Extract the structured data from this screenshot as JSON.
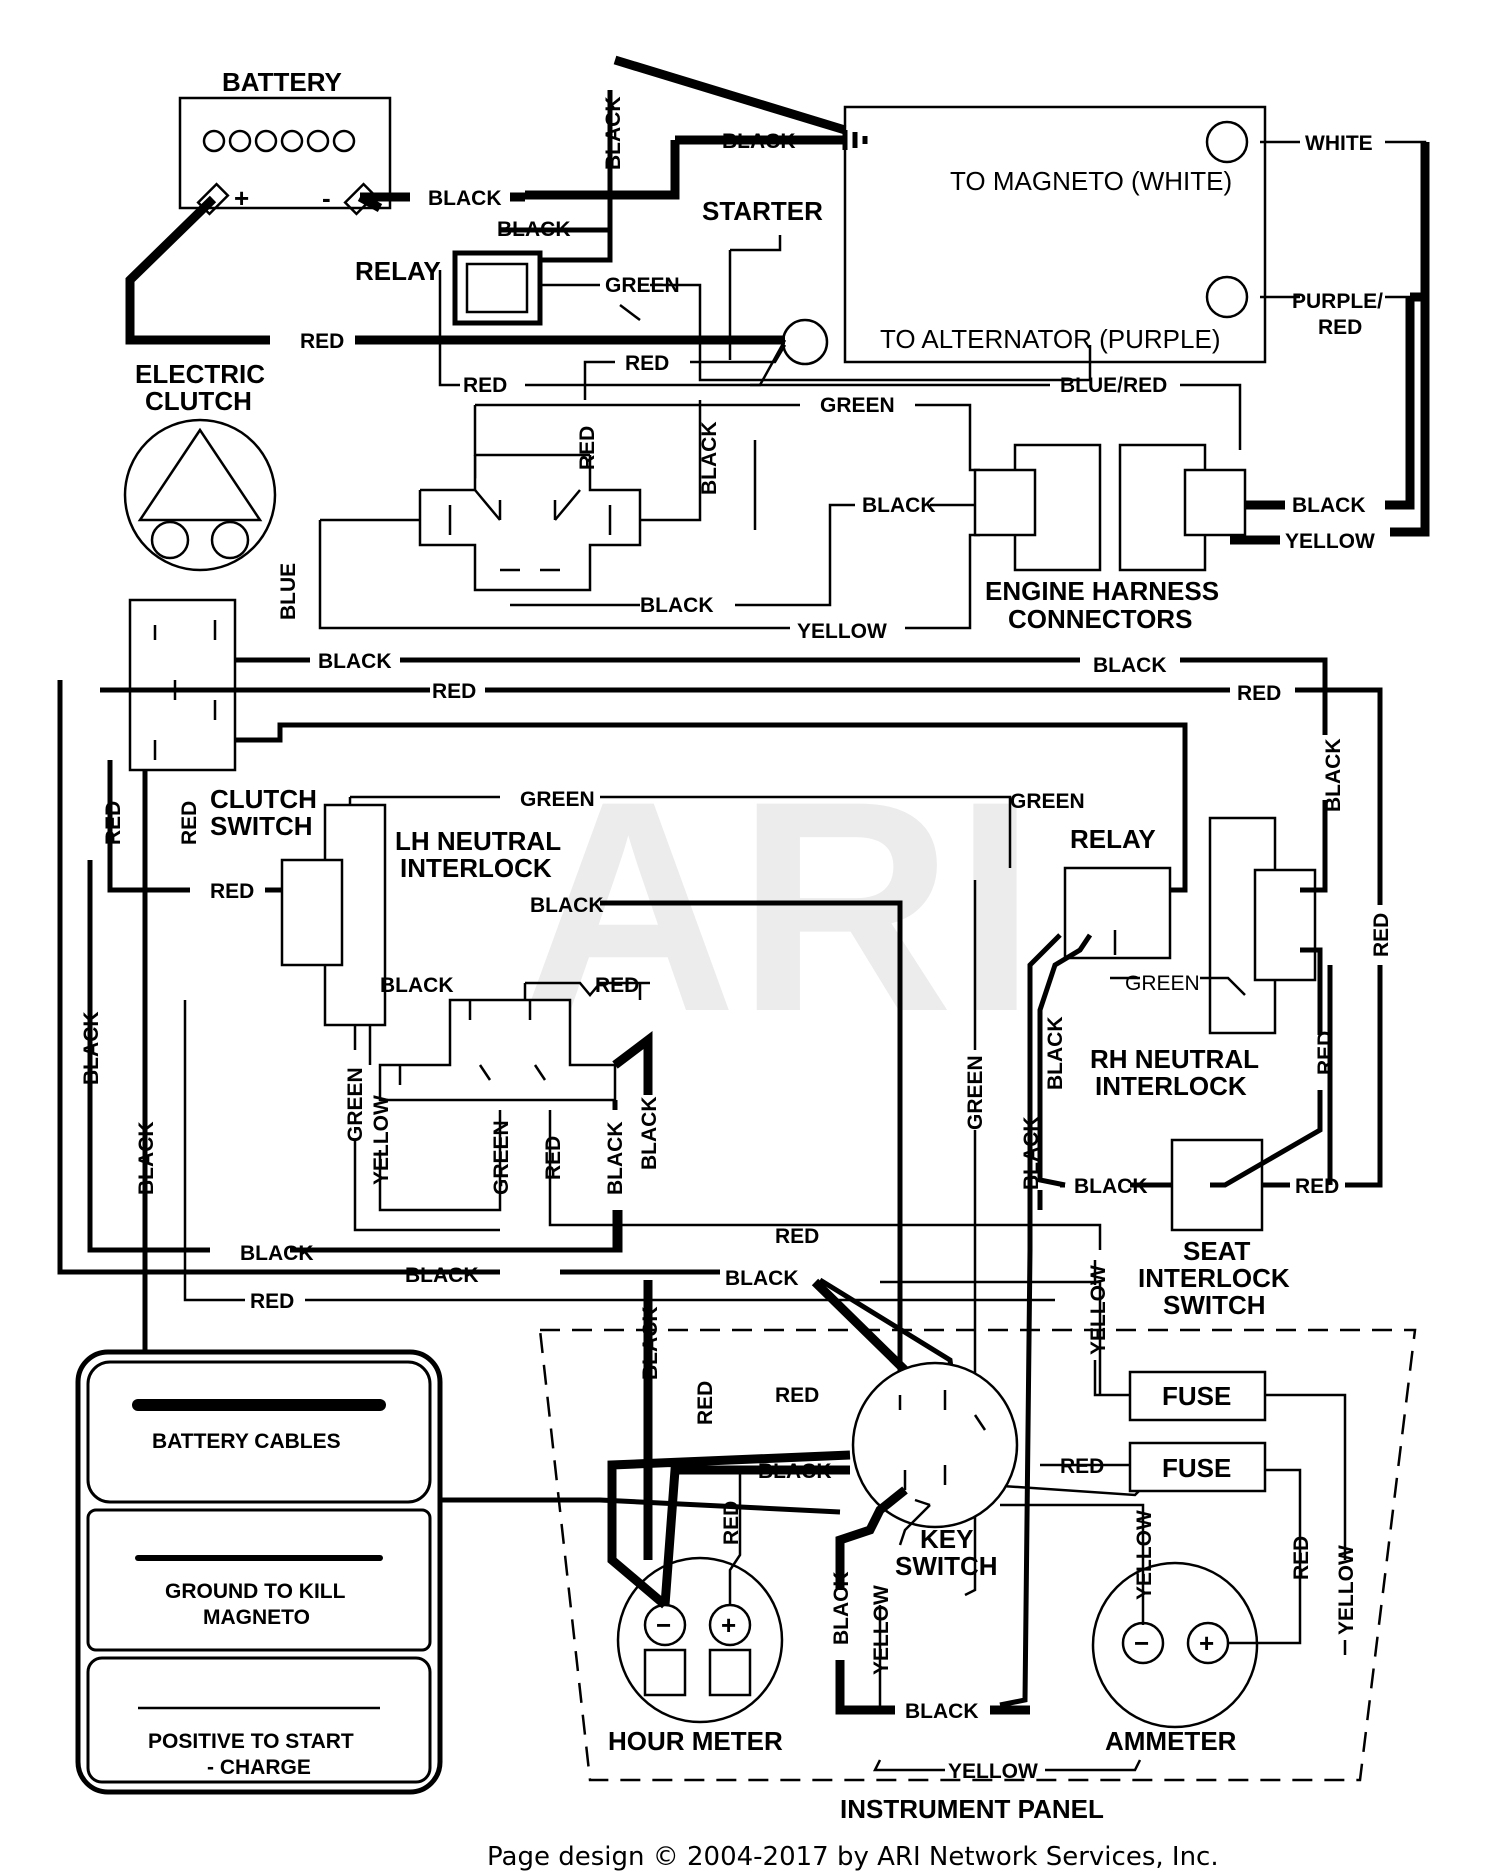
{
  "components": {
    "battery": "BATTERY",
    "battery_plus": "+",
    "battery_minus": "-",
    "starter": "STARTER",
    "relay_top": "RELAY",
    "to_magneto": "TO MAGNETO (WHITE)",
    "to_alternator": "TO ALTERNATOR (PURPLE)",
    "electric_clutch_1": "ELECTRIC",
    "electric_clutch_2": "CLUTCH",
    "engine_harness_1": "ENGINE HARNESS",
    "engine_harness_2": "CONNECTORS",
    "clutch_switch_1": "CLUTCH",
    "clutch_switch_2": "SWITCH",
    "lh_neutral_1": "LH NEUTRAL",
    "lh_neutral_2": "INTERLOCK",
    "relay_mid": "RELAY",
    "rh_neutral_1": "RH NEUTRAL",
    "rh_neutral_2": "INTERLOCK",
    "seat_1": "SEAT",
    "seat_2": "INTERLOCK",
    "seat_3": "SWITCH",
    "fuse_1": "FUSE",
    "fuse_2": "FUSE",
    "key_switch_1": "KEY",
    "key_switch_2": "SWITCH",
    "hour_meter": "HOUR METER",
    "ammeter": "AMMETER",
    "instrument_panel": "INSTRUMENT PANEL",
    "meter_minus": "−",
    "meter_plus": "+"
  },
  "wire_labels": {
    "white": "WHITE",
    "purple_red_1": "PURPLE/",
    "purple_red_2": "RED",
    "black_vert_top": "BLACK",
    "black_top": "BLACK",
    "black_batt": "BLACK",
    "black_relay": "BLACK",
    "green_relay": "GREEN",
    "red_battery": "RED",
    "red_starter": "RED",
    "red_loop": "RED",
    "blue_red": "BLUE/RED",
    "green_harness": "GREEN",
    "red_vert_switch": "RED",
    "black_vert_switch": "BLACK",
    "black_harness": "BLACK",
    "black_harness_r": "BLACK",
    "yellow_harness_r": "YELLOW",
    "black_lower_switch": "BLACK",
    "yellow_lower": "YELLOW",
    "blue_vert": "BLUE",
    "black_long_l": "BLACK",
    "black_long_r": "BLACK",
    "red_long_l": "RED",
    "red_long_r": "RED",
    "red_vert_1": "RED",
    "red_vert_2": "RED",
    "green_lh": "GREEN",
    "green_rh": "GREEN",
    "red_lh": "RED",
    "black_lh": "BLACK",
    "black_lh2": "BLACK",
    "red_lh2": "RED",
    "black_vert_right": "BLACK",
    "red_vert_right": "RED",
    "green_relay_mid": "GREEN",
    "black_rh": "BLACK",
    "red_rh": "RED",
    "black_left_v1": "BLACK",
    "black_left_v2": "BLACK",
    "green_v1": "GREEN",
    "yellow_v1": "YELLOW",
    "green_v2": "GREEN",
    "red_v2": "RED",
    "black_v3": "BLACK",
    "black_v4": "BLACK",
    "green_v_mid": "GREEN",
    "black_v_mid": "BLACK",
    "black_seat": "BLACK",
    "red_seat": "RED",
    "black_bottom_1": "BLACK",
    "black_bottom_2": "BLACK",
    "black_bottom_3": "BLACK",
    "red_bottom": "RED",
    "red_bottom_l": "RED",
    "yellow_v_fuse": "YELLOW",
    "black_v_panel": "BLACK",
    "red_v_panel": "RED",
    "red_key": "RED",
    "black_key": "BLACK",
    "red_fuse": "RED",
    "red_hm": "RED",
    "black_key_v": "BLACK",
    "yellow_key_v": "YELLOW",
    "black_key_b": "BLACK",
    "yellow_amm": "YELLOW",
    "red_amm": "RED",
    "yellow_amm_r": "YELLOW",
    "yellow_bottom": "YELLOW"
  },
  "legend": {
    "battery_cables": "BATTERY CABLES",
    "ground_1": "GROUND TO KILL",
    "ground_2": "MAGNETO",
    "positive_1": "POSITIVE TO START",
    "positive_2": "- CHARGE"
  },
  "watermark": "ARI",
  "footer": "Page design © 2004-2017 by ARI Network Services, Inc."
}
